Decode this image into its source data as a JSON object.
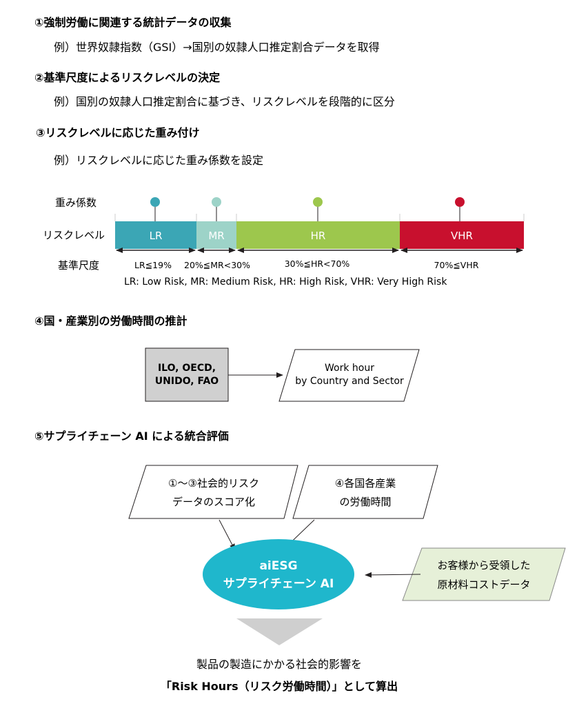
{
  "sections": [
    {
      "heading": "①強制労働に関連する統計データの収集",
      "example": "例）世界奴隷指数（GSI）→国別の奴隷人口推定割合データを取得"
    },
    {
      "heading": "②基準尺度によるリスクレベルの決定",
      "example": "例）国別の奴隷人口推定割合に基づき、リスクレベルを段階的に区分"
    },
    {
      "heading": "③リスクレベルに応じた重み付け",
      "example": "例）リスクレベルに応じた重み係数を設定"
    },
    {
      "heading": "④国・産業別の労働時間の推計"
    },
    {
      "heading": "⑤サプライチェーン AI による統合評価"
    }
  ],
  "risk_scale": {
    "row_labels": {
      "weight": "重み係数",
      "level": "リスクレベル",
      "criteria": "基準尺度"
    },
    "levels": [
      {
        "label": "LR",
        "criteria": "LR≦19%",
        "color": "#3ba6b5",
        "marker_color": "#3ba6b5"
      },
      {
        "label": "MR",
        "criteria": "20%≦MR<30%",
        "color": "#9dd3c8",
        "marker_color": "#9dd3c8"
      },
      {
        "label": "HR",
        "criteria": "30%≦HR<70%",
        "color": "#9dc74d",
        "marker_color": "#9dc74d"
      },
      {
        "label": "VHR",
        "criteria": "70%≦VHR",
        "color": "#c8102e",
        "marker_color": "#c8102e"
      }
    ],
    "legend": "LR: Low Risk, MR: Medium Risk, HR: High Risk, VHR: Very High Risk"
  },
  "work_hours": {
    "source_lines": [
      "ILO, OECD,",
      "UNIDO, FAO"
    ],
    "output_lines": [
      "Work hour",
      "by Country and Sector"
    ]
  },
  "integration": {
    "input1_lines": [
      "①〜③社会的リスク",
      "データのスコア化"
    ],
    "input2_lines": [
      "④各国各産業",
      "の労働時間"
    ],
    "customer_lines": [
      "お客様から受領した",
      "原材料コストデータ"
    ],
    "engine_lines": [
      "aiESG",
      "サプライチェーン AI"
    ],
    "engine_color": "#1fb7cc",
    "result_lines": [
      "製品の製造にかかる社会的影響を",
      "「Risk Hours（リスク労働時間）」として算出"
    ]
  }
}
